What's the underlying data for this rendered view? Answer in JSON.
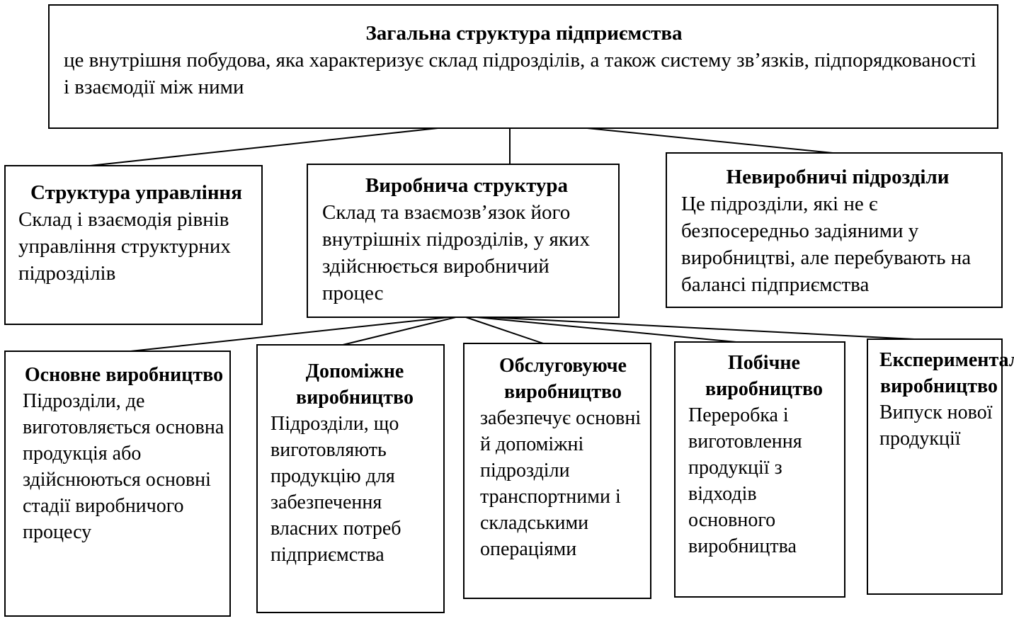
{
  "root": {
    "title": "Загальна структура підприємства",
    "desc": "це внутрішня побудова, яка характеризує склад підрозділів, а також систему зв’язків, підпорядкованості і взаємодії між ними"
  },
  "level2": {
    "management": {
      "title": "Структура управління",
      "desc": "Склад і взаємодія рівнів управління структурних підрозділів"
    },
    "production": {
      "title": "Виробнича структура",
      "desc": "Склад та взаємозв’язок його внутрішніх підрозділів, у яких здійснюється виробничий процес"
    },
    "nonproduction": {
      "title": "Невиробничі підрозділи",
      "desc": "Це підрозділи, які не є безпосередньо задіяними у виробництві, але перебувають на балансі підприємства"
    }
  },
  "level3": {
    "main": {
      "title": "Основне виробництво",
      "desc": "Підрозділи, де виготовляється основна продукція або здійснюються основні стадії виробничого процесу"
    },
    "auxiliary": {
      "title": "Допоміжне виробництво",
      "desc": "Підрозділи, що виготовляють продукцію для забезпечення власних потреб підприємства"
    },
    "service": {
      "title": "Обслуговуюче виробництво",
      "desc": "забезпечує основні й допоміжні підрозділи транспортними і складськими операціями"
    },
    "side": {
      "title": "Побічне виробництво",
      "desc": "Переробка і виготовлення продукції з відходів основного виробництва"
    },
    "experimental": {
      "title": "Експериментальне виробництво",
      "desc": "Випуск нової продукції"
    }
  }
}
